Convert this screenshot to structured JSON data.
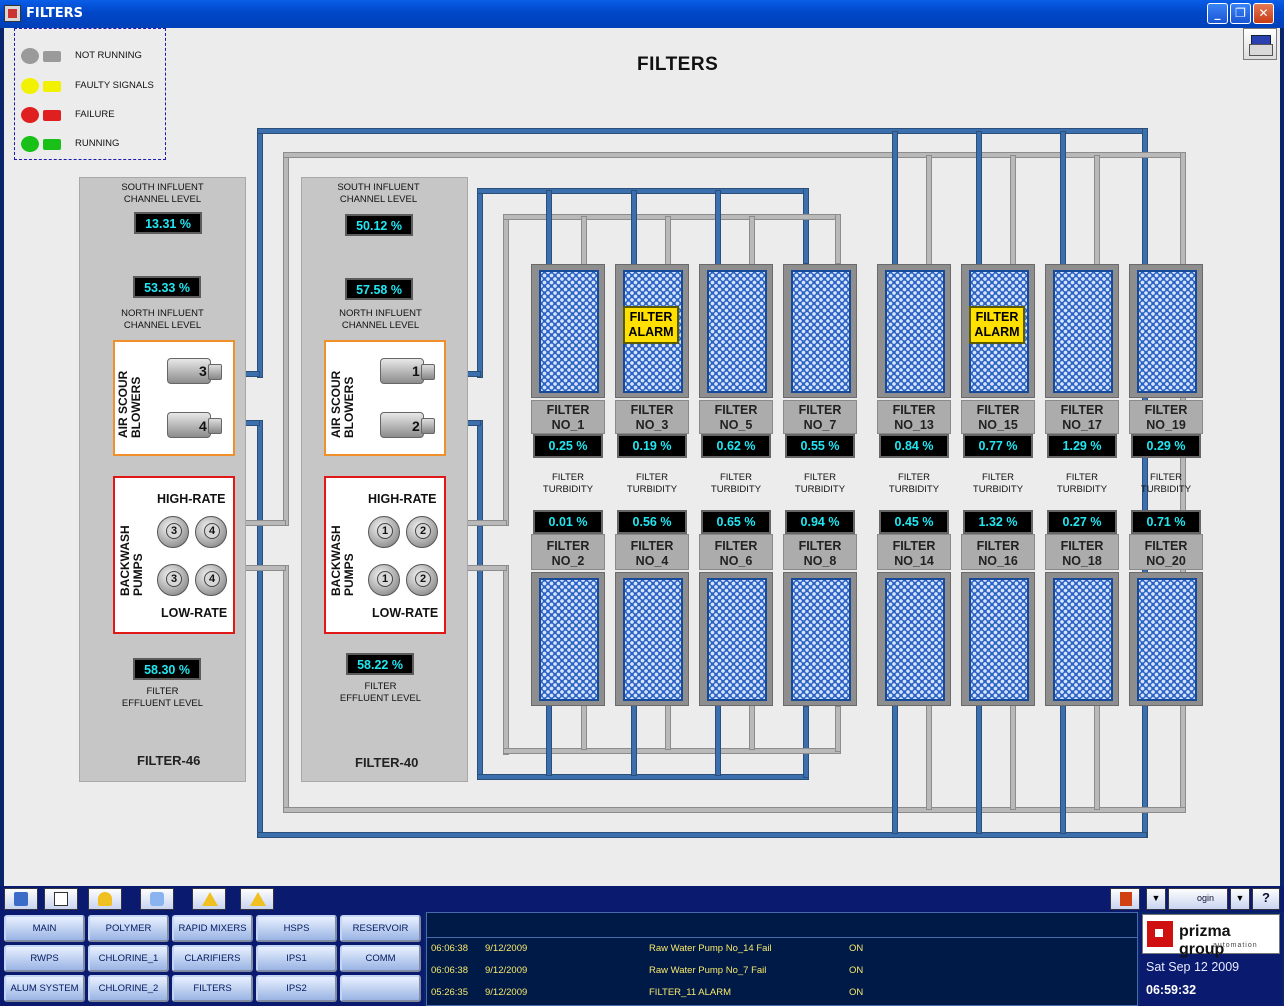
{
  "window": {
    "title": "FILTERS",
    "minimize": "_",
    "restore": "❐",
    "close": "✕"
  },
  "screen_title": "FILTERS",
  "legend": [
    {
      "label": "NOT RUNNING",
      "color": "#9a9a9a"
    },
    {
      "label": "FAULTY SIGNALS",
      "color": "#f2f200"
    },
    {
      "label": "FAILURE",
      "color": "#e02020"
    },
    {
      "label": "RUNNING",
      "color": "#18c018"
    }
  ],
  "stations": [
    {
      "name": "FILTER-46",
      "south_label_1": "SOUTH INFLUENT",
      "south_label_2": "CHANNEL LEVEL",
      "south_value": "13.31 %",
      "north_value": "53.33 %",
      "north_label_1": "NORTH INFLUENT",
      "north_label_2": "CHANNEL LEVEL",
      "blowers_label_1": "AIR SCOUR",
      "blowers_label_2": "BLOWERS",
      "blower_a": "3",
      "blower_b": "4",
      "backwash_label_1": "BACKWASH",
      "backwash_label_2": "PUMPS",
      "high_rate": "HIGH-RATE",
      "low_rate": "LOW-RATE",
      "pump_hr_a": "3",
      "pump_hr_b": "4",
      "pump_lr_a": "3",
      "pump_lr_b": "4",
      "effluent_value": "58.30 %",
      "effluent_label_1": "FILTER",
      "effluent_label_2": "EFFLUENT LEVEL"
    },
    {
      "name": "FILTER-40",
      "south_label_1": "SOUTH INFLUENT",
      "south_label_2": "CHANNEL LEVEL",
      "south_value": "50.12 %",
      "north_value": "57.58 %",
      "north_label_1": "NORTH INFLUENT",
      "north_label_2": "CHANNEL LEVEL",
      "blowers_label_1": "AIR SCOUR",
      "blowers_label_2": "BLOWERS",
      "blower_a": "1",
      "blower_b": "2",
      "backwash_label_1": "BACKWASH",
      "backwash_label_2": "PUMPS",
      "high_rate": "HIGH-RATE",
      "low_rate": "LOW-RATE",
      "pump_hr_a": "1",
      "pump_hr_b": "2",
      "pump_lr_a": "1",
      "pump_lr_b": "2",
      "effluent_value": "58.22 %",
      "effluent_label_1": "FILTER",
      "effluent_label_2": "EFFLUENT LEVEL"
    }
  ],
  "turbidity_label_1": "FILTER",
  "turbidity_label_2": "TURBIDITY",
  "alarm_text_1": "FILTER",
  "alarm_text_2": "ALARM",
  "filters_top": [
    {
      "l1": "FILTER",
      "l2": "NO_1",
      "value": "0.25 %",
      "alarm": false
    },
    {
      "l1": "FILTER",
      "l2": "NO_3",
      "value": "0.19 %",
      "alarm": true
    },
    {
      "l1": "FILTER",
      "l2": "NO_5",
      "value": "0.62 %",
      "alarm": false
    },
    {
      "l1": "FILTER",
      "l2": "NO_7",
      "value": "0.55 %",
      "alarm": false
    },
    {
      "l1": "FILTER",
      "l2": "NO_13",
      "value": "0.84 %",
      "alarm": false
    },
    {
      "l1": "FILTER",
      "l2": "NO_15",
      "value": "0.77 %",
      "alarm": true
    },
    {
      "l1": "FILTER",
      "l2": "NO_17",
      "value": "1.29 %",
      "alarm": false
    },
    {
      "l1": "FILTER",
      "l2": "NO_19",
      "value": "0.29 %",
      "alarm": false
    }
  ],
  "filters_bottom": [
    {
      "l1": "FILTER",
      "l2": "NO_2",
      "value": "0.01 %"
    },
    {
      "l1": "FILTER",
      "l2": "NO_4",
      "value": "0.56 %"
    },
    {
      "l1": "FILTER",
      "l2": "NO_6",
      "value": "0.65 %"
    },
    {
      "l1": "FILTER",
      "l2": "NO_8",
      "value": "0.94 %"
    },
    {
      "l1": "FILTER",
      "l2": "NO_14",
      "value": "0.45 %"
    },
    {
      "l1": "FILTER",
      "l2": "NO_16",
      "value": "1.32 %"
    },
    {
      "l1": "FILTER",
      "l2": "NO_18",
      "value": "0.27 %"
    },
    {
      "l1": "FILTER",
      "l2": "NO_20",
      "value": "0.71 %"
    }
  ],
  "toolbar_left_icons": [
    "home-icon",
    "report-icon",
    "alarm-bell-icon",
    "trend-icon",
    "warning-list-icon",
    "warning-icon"
  ],
  "toolbar_right": {
    "login": "ogin",
    "help": "?"
  },
  "nav": [
    [
      "MAIN",
      "POLYMER",
      "RAPID MIXERS",
      "HSPS",
      "RESERVOIR"
    ],
    [
      "RWPS",
      "CHLORINE_1",
      "CLARIFIERS",
      "IPS1",
      "COMM"
    ],
    [
      "ALUM SYSTEM",
      "CHLORINE_2",
      "FILTERS",
      "IPS2",
      ""
    ]
  ],
  "alarms": [
    {
      "time": "06:06:38",
      "date": "9/12/2009",
      "message": "Raw Water Pump No_14 Fail",
      "state": "ON"
    },
    {
      "time": "06:06:38",
      "date": "9/12/2009",
      "message": "Raw Water Pump No_7 Fail",
      "state": "ON"
    },
    {
      "time": "05:26:35",
      "date": "9/12/2009",
      "message": "FILTER_11  ALARM",
      "state": "ON"
    }
  ],
  "brand": {
    "name": "prizma group",
    "sub": "automation",
    "date": "Sat Sep 12 2009",
    "time": "06:59:32"
  }
}
